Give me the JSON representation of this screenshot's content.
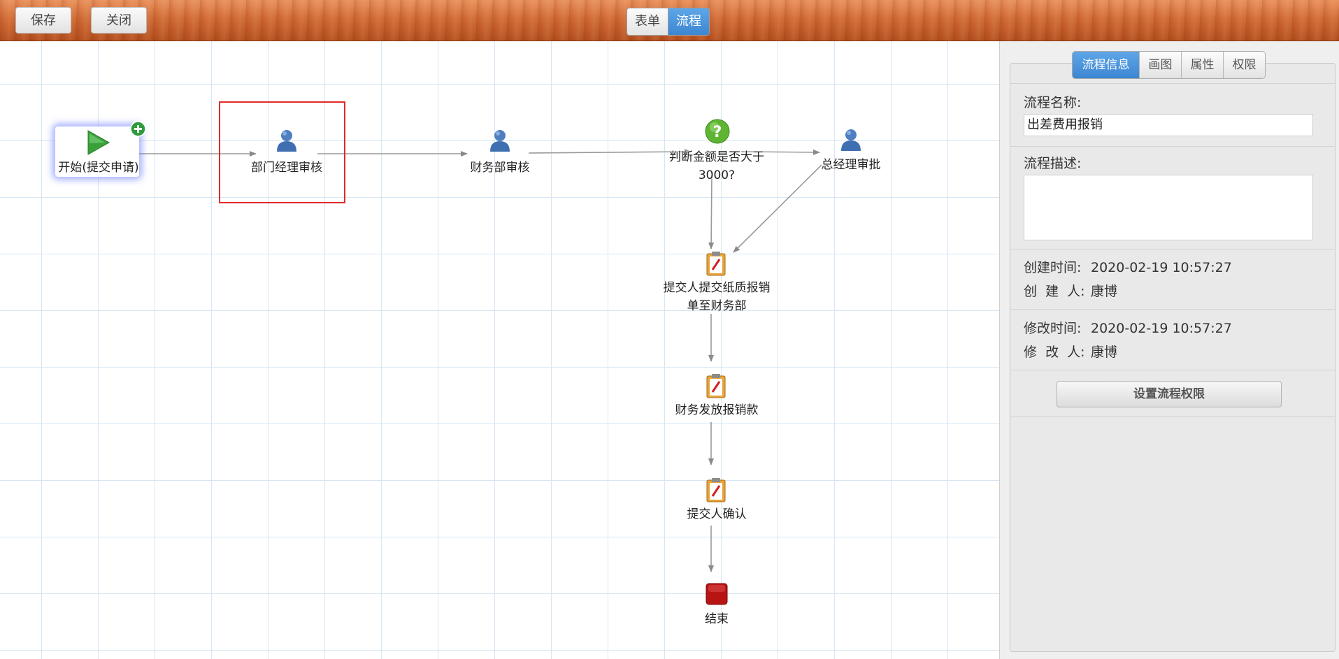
{
  "toolbar": {
    "save_label": "保存",
    "close_label": "关闭",
    "view_tabs": [
      "表单",
      "流程"
    ],
    "active_view": "流程"
  },
  "canvas": {
    "nodes": {
      "start": "开始(提交申请)",
      "dept_manager": "部门经理审核",
      "finance_review": "财务部审核",
      "decision_line1": "判断金额是否大于",
      "decision_line2": "3000?",
      "gm_approval": "总经理审批",
      "paper_line1": "提交人提交纸质报销",
      "paper_line2": "单至财务部",
      "finance_pay": "财务发放报销款",
      "confirm": "提交人确认",
      "end": "结束"
    },
    "colors": {
      "selection": "#e02a2a",
      "end_node": "#b81414",
      "start_glow": "#5a6eff",
      "connector": "#8a8a8a"
    },
    "icons": {
      "start": "play-icon",
      "add": "add-icon",
      "user_task": "user-icon",
      "decision": "question-icon",
      "manual_task": "clipboard-icon",
      "end": "stop-icon"
    }
  },
  "panel": {
    "tabs": [
      "流程信息",
      "画图",
      "属性",
      "权限"
    ],
    "active_tab": "流程信息",
    "name_label": "流程名称:",
    "name_value": "出差费用报销",
    "desc_label": "流程描述:",
    "desc_value": "",
    "created_time_label": "创建时间:",
    "created_time": "2020-02-19 10:57:27",
    "creator_label": "创  建  人:",
    "creator": "康博",
    "modified_time_label": "修改时间:",
    "modified_time": "2020-02-19 10:57:27",
    "modifier_label": "修  改  人:",
    "modifier": "康博",
    "permission_button": "设置流程权限"
  }
}
